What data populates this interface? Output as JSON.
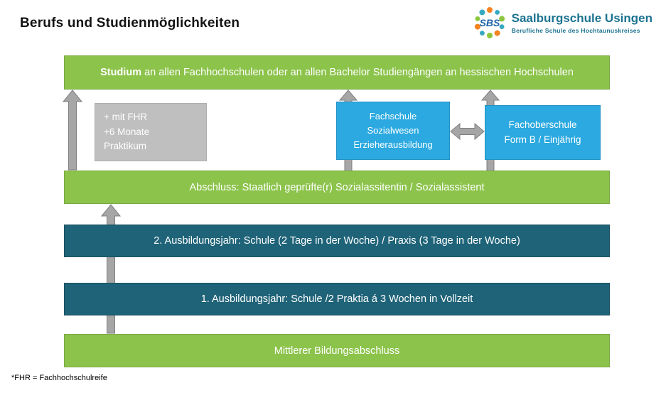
{
  "header": {
    "title": "Berufs und Studienmöglichkeiten"
  },
  "logo": {
    "acronym": "SBS",
    "name": "Saalburgschule Usingen",
    "subtitle": "Berufliche Schule des Hochtaunuskreises"
  },
  "diagram": {
    "studium_bar": {
      "bold": "Studium",
      "rest": " an allen Fachhochschulen oder an allen Bachelor Studiengängen an hessischen Hochschulen"
    },
    "fhr_box": "+ mit FHR\n+6 Monate\nPraktikum",
    "fachschule_box": "Fachschule\nSozialwesen\nErzieherausbildung",
    "fachoberschule_box": "Fachoberschule\nForm B / Einjährig",
    "abschluss_bar": "Abschluss: Staatlich geprüfte(r) Sozialassitentin / Sozialassistent",
    "jahr2_bar": "2. Ausbildungsjahr: Schule  (2 Tage in der Woche) / Praxis (3 Tage in der Woche)",
    "jahr1_bar": "1. Ausbildungsjahr: Schule /2 Praktia á 3 Wochen in Vollzeit",
    "mittlerer_bar": "Mittlerer Bildungsabschluss"
  },
  "footnote": "*FHR = Fachhochschulreife",
  "colors": {
    "green": "#8cc34b",
    "teal": "#1f6378",
    "blue": "#2ba9e0",
    "gray_box": "#bfbfbf",
    "arrow": "#a6a6a6",
    "brand_teal": "#1c7391"
  }
}
